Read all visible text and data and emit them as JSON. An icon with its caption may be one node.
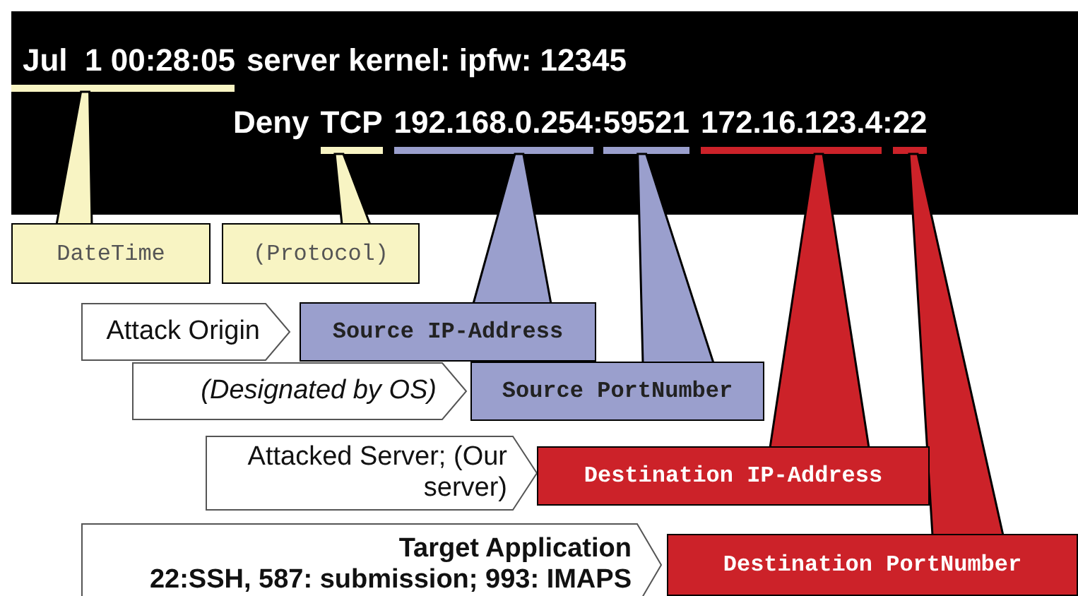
{
  "diagram": {
    "nodes": [
      {
        "text": [
          "Jul  1 00:28:05"
        ]
      },
      {
        "text": [
          "TCP"
        ]
      },
      {
        "text": [
          "192.168.0.254"
        ]
      },
      {
        "text": [
          "59521"
        ]
      },
      {
        "text": [
          "172.16.123.4"
        ]
      },
      {
        "text": [
          "22"
        ]
      },
      {
        "text": [
          "DateTime"
        ]
      },
      {
        "text": [
          "(Protocol)"
        ]
      },
      {
        "text": [
          "Attack Origin"
        ]
      },
      {
        "text": [
          "Source IP-Address"
        ]
      },
      {
        "text": [
          "(Designated by OS)"
        ]
      },
      {
        "text": [
          "Source PortNumber"
        ]
      },
      {
        "text": [
          "Attacked Server; (Our server)"
        ]
      },
      {
        "text": [
          "Destination IP-Address"
        ]
      },
      {
        "text": [
          "Target Application",
          "22:SSH, 587: submission; 993: IMAPS"
        ]
      },
      {
        "text": [
          "Destination PortNumber"
        ]
      }
    ],
    "edges": [
      {
        "from": 6,
        "to": 0,
        "arrow": "none"
      },
      {
        "from": 7,
        "to": 1,
        "arrow": "none"
      },
      {
        "from": 9,
        "to": 2,
        "arrow": "none"
      },
      {
        "from": 11,
        "to": 3,
        "arrow": "none"
      },
      {
        "from": 13,
        "to": 4,
        "arrow": "none"
      },
      {
        "from": 15,
        "to": 5,
        "arrow": "none"
      }
    ],
    "labels": [
      "server kernel: ipfw: 12345",
      "Deny",
      ":",
      ":"
    ]
  }
}
